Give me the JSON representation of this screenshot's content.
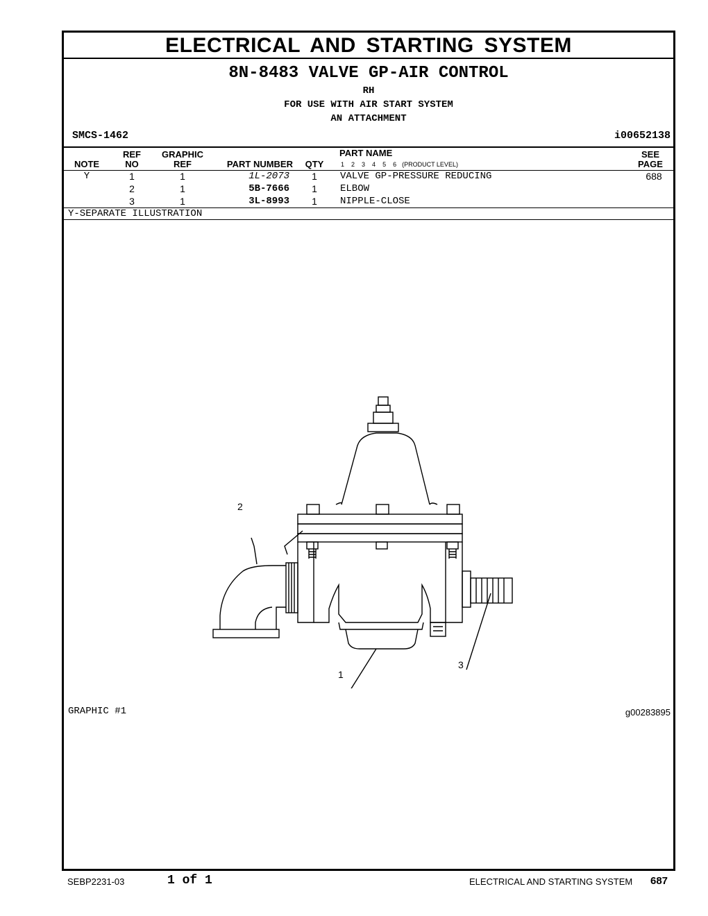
{
  "header": {
    "section_title": "ELECTRICAL AND STARTING SYSTEM",
    "group_part": "8N-8483",
    "group_name": "VALVE GP-AIR CONTROL",
    "side": "RH",
    "usage": "FOR USE WITH AIR START SYSTEM",
    "attachment": "AN ATTACHMENT",
    "smcs": "SMCS-1462",
    "image_id": "i00652138"
  },
  "table": {
    "headers": {
      "note": "NOTE",
      "ref_top": "REF",
      "ref_bottom": "NO",
      "graphic_top": "GRAPHIC",
      "graphic_bottom": "REF",
      "part_number": "PART NUMBER",
      "qty": "QTY",
      "part_name": "PART NAME",
      "levels": [
        "1",
        "2",
        "3",
        "4",
        "5",
        "6"
      ],
      "levels_label": "(PRODUCT LEVEL)",
      "see_top": "SEE",
      "see_bottom": "PAGE"
    },
    "rows": [
      {
        "note": "Y",
        "ref": "1",
        "graphic": "1",
        "part_number": "1L-2073",
        "qty": "1",
        "name": "VALVE GP-PRESSURE REDUCING",
        "see": "688"
      },
      {
        "note": "",
        "ref": "2",
        "graphic": "1",
        "part_number": "5B-7666",
        "qty": "1",
        "name": "ELBOW",
        "see": ""
      },
      {
        "note": "",
        "ref": "3",
        "graphic": "1",
        "part_number": "3L-8993",
        "qty": "1",
        "name": "NIPPLE-CLOSE",
        "see": ""
      }
    ],
    "footnote": "Y-SEPARATE ILLUSTRATION"
  },
  "graphic": {
    "callouts": [
      "2",
      "1",
      "3"
    ],
    "label": "GRAPHIC #1",
    "id": "g00283895"
  },
  "footer": {
    "doc": "SEBP2231-03",
    "pages": "1 of 1",
    "section": "ELECTRICAL AND STARTING SYSTEM",
    "page": "687"
  }
}
